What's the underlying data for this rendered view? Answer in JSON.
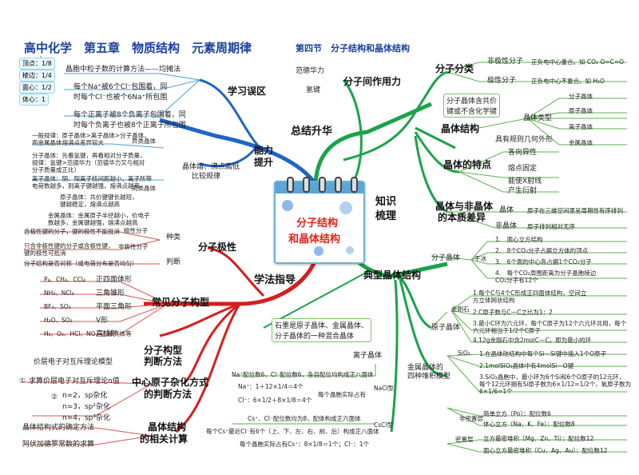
{
  "header": {
    "title": "高中化学　第五章　物质结构　元素周期律",
    "section": "第四节　分子结构和晶体结构"
  },
  "center": {
    "line1": "分子结构",
    "line2": "和晶体结构"
  },
  "cell_counts": [
    {
      "label": "顶点：1/8"
    },
    {
      "label": "棱边：1/4"
    },
    {
      "label": "面心：1/2"
    },
    {
      "label": "体心：1"
    }
  ],
  "summary": {
    "label": "总结升华",
    "study": {
      "label": "学习误区",
      "items": [
        "晶胞中粒子数的计算方法——均摊法",
        "每个Na⁺被6个Cl⁻包围着，同",
        "时每个Cl⁻也被个6Na⁺所包围",
        "每个正离子被8个负离子包围着，同",
        "时每个负离子也被8个正离子所包围"
      ]
    },
    "ability": {
      "label": "能力",
      "label2": "提升",
      "compare": "晶体熔、沸点高低",
      "compare2": "比较规律",
      "diff": "异类晶体",
      "same": "同类晶体",
      "notes": [
        "一般规律：原子晶体>离子晶体>分子晶体，",
        "而金属晶体熔沸点差异较大",
        "分子晶体：先看氢键，再看相对分子质量，",
        "规律：氢键>范德华力（范德华力又与相对",
        "分子质量成正比）",
        "离子晶体：阴、阳离子核间距越小，离子所带",
        "电荷数越多，则离子键越强，熔沸点越高",
        "原子晶体：共价键键长越短，",
        "键越稳定，熔沸点越高",
        "金属晶体：金属原子半径越小，价电子",
        "数越多，金属键越强，熔沸点越高"
      ]
    }
  },
  "method": {
    "label": "学法指导",
    "polarity": {
      "label": "分子极性",
      "kinds": "种类",
      "judge": "判断",
      "polar": "极性分子",
      "nonpolar": "非极性分子",
      "notes": [
        "含极性键的分子，键的极性不能抵消",
        "只含非极性键的分子或含极性键，",
        "键的极性可抵消",
        "分子结构是否对称（或电荷分布是否均匀）"
      ]
    },
    "shapes": {
      "label": "常见分子构型",
      "rows": [
        {
          "f": "P₄、CH₄、CCl₄",
          "s": "正四面体形"
        },
        {
          "f": "NH₃、NCl₃",
          "s": "三角锥形"
        },
        {
          "f": "BF₃、SO₃",
          "s": "平面三角形"
        },
        {
          "f": "H₂O、SO₂",
          "s": "V形"
        },
        {
          "f": "H₂、O₂、HCl、NO、乙烯气体等",
          "s": "直线形"
        }
      ]
    },
    "vsepr": {
      "label": "分子构型",
      "label2": "判断方法",
      "text": "价层电子对互斥理论模型"
    },
    "hybrid": {
      "label": "中心原子杂化方式",
      "label2": "的判断方法",
      "n1": "①",
      "step1": "求算价层电子对互斥理论n值",
      "n2": "②",
      "rows": [
        "n=2，sp杂化",
        "n=3，sp²杂化",
        "n=4，sp³杂化"
      ]
    },
    "calc": {
      "label": "晶体结构",
      "label2": "的相关计算",
      "items": [
        "晶体结构式的确定方法",
        "阿伏加德罗常数的求算"
      ]
    }
  },
  "intermolecular": {
    "label": "分子间作用力",
    "items": [
      "范德华力",
      "氢键"
    ]
  },
  "knowledge": {
    "label": "知识",
    "label2": "梳理"
  },
  "molecule_class": {
    "label": "分子分类",
    "nonpolar": "非极性分子",
    "nonpolar_note": "正负电中心重合。如 CO₂  O=C=O",
    "polar": "极性分子",
    "polar_note": "正负电中心不重合。如 H₂O"
  },
  "crystal_structure": {
    "label": "晶体结构",
    "hint": "分子晶体含共价",
    "hint2": "键或不含化学键",
    "types_label": "晶体类型",
    "types": [
      "分子晶体",
      "原子晶体",
      "离子晶体",
      "金属晶体"
    ],
    "shape": "具有规则几何外形"
  },
  "crystal_features": {
    "label": "晶体的特点",
    "items": [
      "各向异性",
      "熔点固定",
      "能使X射线",
      "产生衍射"
    ]
  },
  "crystal_vs": {
    "label": "晶体与非晶体",
    "label2": "的本质差异",
    "crystal": "晶体",
    "crystal_note": "原子在三维空间里呈周期性有序排列",
    "amorphous": "非晶体",
    "amorphous_note": "原子排列相对无序"
  },
  "typical": {
    "label": "典型晶体结构",
    "molecular": {
      "label": "分子晶体",
      "dryice": "干冰",
      "notes": [
        "1.　面心立方结构",
        "2.　8个CO₂分子占据立方体的顶点",
        "3.　6个面的中心各占据1个CO₂分子",
        "4.　每个CO₂周围距离为分子晶胞棱边",
        "CO₂分子有12个"
      ]
    },
    "graphite": "石墨是原子晶体、金属晶体、",
    "graphite2": "分子晶体的一种混合晶体",
    "atomic": {
      "label": "原子晶体",
      "diamond": "金刚石",
      "sio2": "SiO₂",
      "notes": [
        "1.每个C与4个C形成正四面体结构，空间立",
        "方立体网状结构",
        "2.C原子数与C—C之比为1：2",
        "3.最小C环为六元环，每个C原子为12个六元环共用，每个",
        "六元环相当于1/2个C原子",
        "4.12g金刚石中含2molC—C，即为最小的环",
        "1.在晶体硅结构中每个Si—Si键中插入1个O原子",
        "2.1molSiO₂晶体中有4molSi—O键",
        "3.SiO₂晶胞中，最小环为6个Si和6个O原子的12元环，",
        "每个12元环拥有Si原子数为6×1/12=1/2个，氧原子数为",
        "6×1/6=1个"
      ]
    },
    "ionic": {
      "label": "离子晶体",
      "nacl": "NaCl型",
      "cscl": "CsCl型",
      "notes": [
        "Na⁺配位数6，Cl⁻配位数6，各自配位均构成正八面体",
        "Na⁺：1＋12×1/4＝4个",
        "Cl⁻：6×1/2＋8×1/8＝4个",
        "每个晶胞实际占有",
        "Cs⁺、Cl⁻配位数均为8，配体构成正六面体",
        "每个Cs⁺最近Cl⁻有6个〔上、下、左、右、前、后〕构成正八面体",
        "每个晶胞实际占有Cs⁺：8×1/8＝1个；Cl⁻：1个"
      ]
    },
    "metal": {
      "label": "金属晶体的",
      "label2": "四种堆积模型",
      "nondense": "非密置层",
      "dense": "密置层",
      "notes": [
        "简单立方〔Po〕：配位数6",
        "体心立方〔Na、K、Fe〕：配位数8",
        "立方最密堆积〔Mg、Zn、Ti〕：配位数12",
        "面心立方最密堆积〔Cu、Ag、Au〕：配位数12"
      ]
    }
  }
}
